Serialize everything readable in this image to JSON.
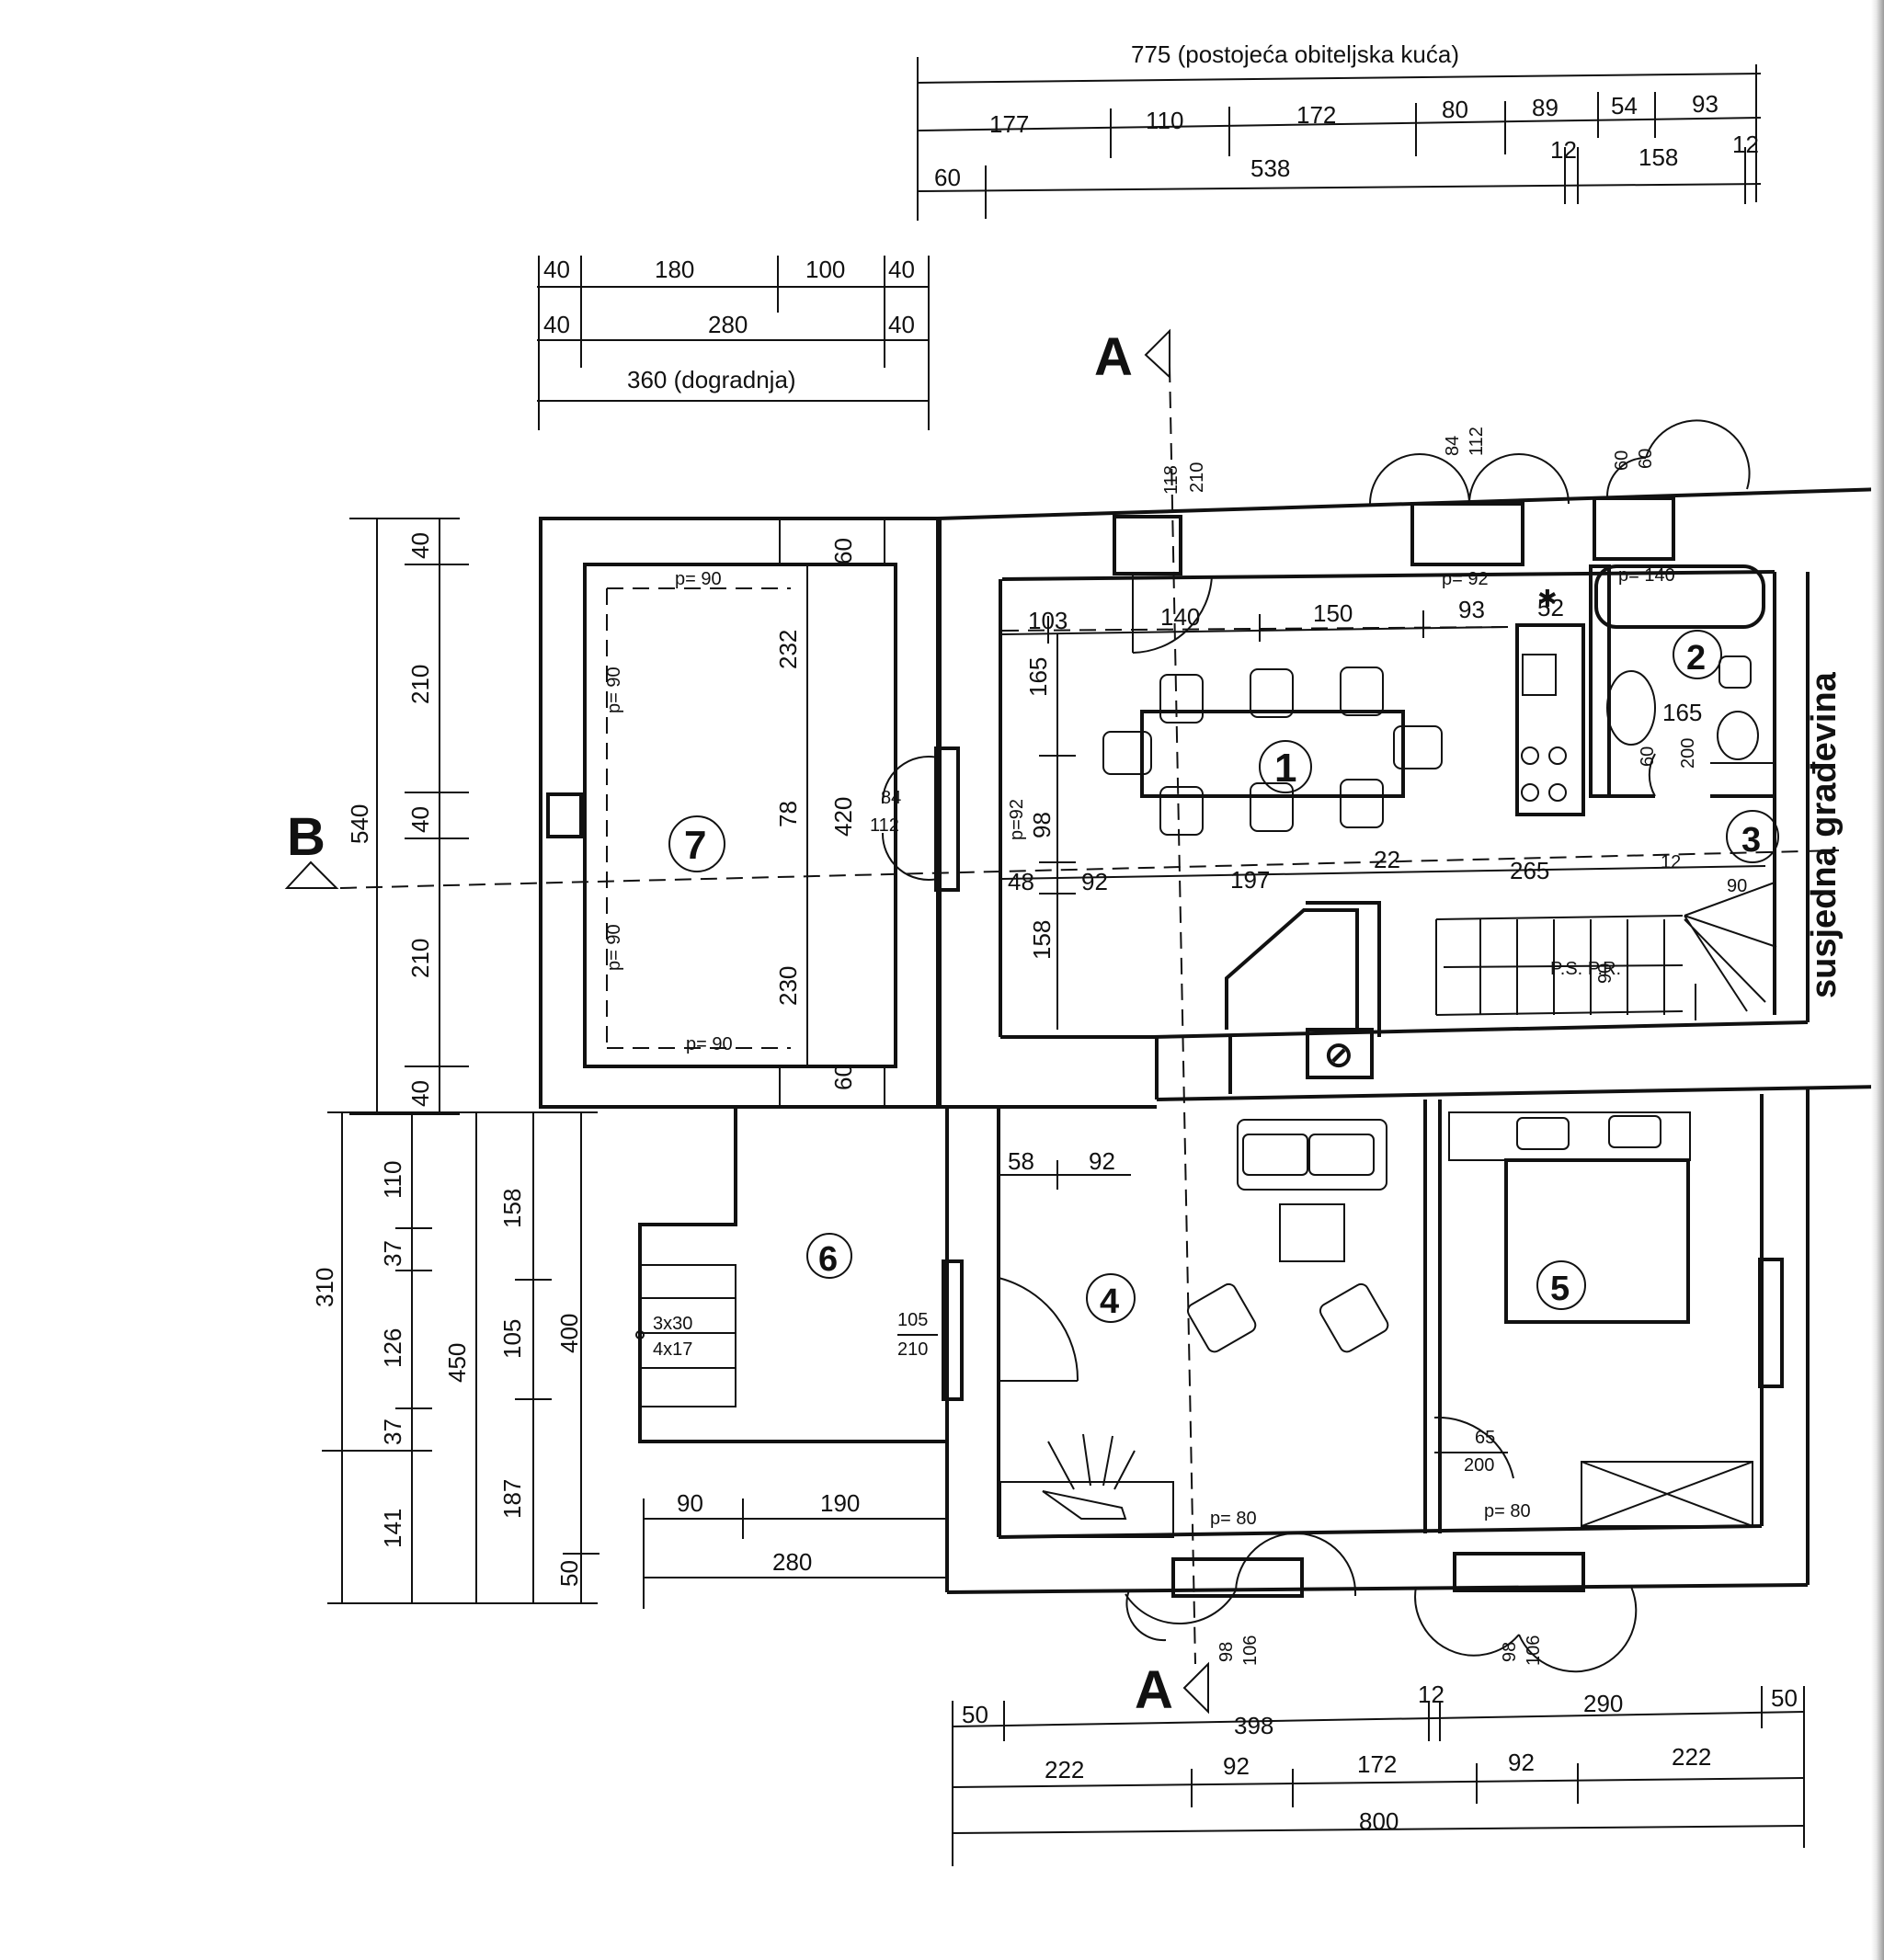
{
  "top_dims": {
    "total": "775 (postojeća obiteljska kuća)",
    "row1": [
      "177",
      "110",
      "172",
      "80",
      "89",
      "54",
      "93"
    ],
    "row2": [
      "60",
      "538",
      "12",
      "158",
      "12"
    ]
  },
  "extension_dims": {
    "row1": [
      "40",
      "180",
      "100",
      "40"
    ],
    "row2": [
      "40",
      "280",
      "40"
    ],
    "total": "360 (dogradnja)"
  },
  "left_dims": {
    "outer": [
      "40",
      "210",
      "40",
      "210",
      "40"
    ],
    "total": "540",
    "lower1": [
      "110",
      "37",
      "126",
      "37",
      "141"
    ],
    "lower_total_a": "310",
    "lower_total_b": "450",
    "lower2": [
      "158",
      "105",
      "187"
    ],
    "lower3": [
      "400",
      "50"
    ]
  },
  "bottom_dims": {
    "row1": [
      "50",
      "398",
      "12",
      "290",
      "50"
    ],
    "row2": [
      "222",
      "92",
      "172",
      "92",
      "222"
    ],
    "total": "800"
  },
  "sections": {
    "a": "A",
    "b": "B"
  },
  "neighbour_label": "susjedna građevina",
  "rooms": [
    "1",
    "2",
    "3",
    "4",
    "5",
    "6",
    "7"
  ],
  "room7": {
    "p_top": "p= 90",
    "p_left1": "p= 90",
    "p_left2": "p= 90",
    "p_bottom": "p= 90",
    "d232": "232",
    "d78": "78",
    "d230": "230",
    "d420": "420",
    "d60a": "60",
    "d60b": "60",
    "win_a": "84",
    "win_b": "112"
  },
  "room1": {
    "dims_top": [
      "103",
      "140",
      "150",
      "93",
      "52"
    ],
    "d165": "165",
    "p92": "p=92",
    "d98": "98",
    "d48": "48",
    "d92": "92",
    "d197": "197",
    "d22": "22",
    "d265": "265",
    "d12": "12",
    "d90": "90",
    "d158": "158",
    "door_a": "118",
    "door_b": "210",
    "win1_a": "84",
    "win1_b": "112",
    "win2_a": "60",
    "win2_b": "60",
    "p_window": "p= 92",
    "stair_label": "P.S.  P.R.",
    "stair_90": "90"
  },
  "room2": {
    "p": "p= 140",
    "d165": "165",
    "d60": "60",
    "d200": "200"
  },
  "room4": {
    "d58": "58",
    "d92": "92",
    "door_a": "105",
    "door_b": "210",
    "p": "p= 80"
  },
  "room4_win": {
    "a": "98",
    "b": "106"
  },
  "room5": {
    "d65": "65",
    "d200": "200",
    "p": "p= 80",
    "win_a": "98",
    "win_b": "106"
  },
  "room6": {
    "stair_a": "3x30",
    "stair_b": "4x17",
    "d90": "90",
    "d190": "190",
    "d280": "280"
  },
  "chimney_symbol": "⊘"
}
